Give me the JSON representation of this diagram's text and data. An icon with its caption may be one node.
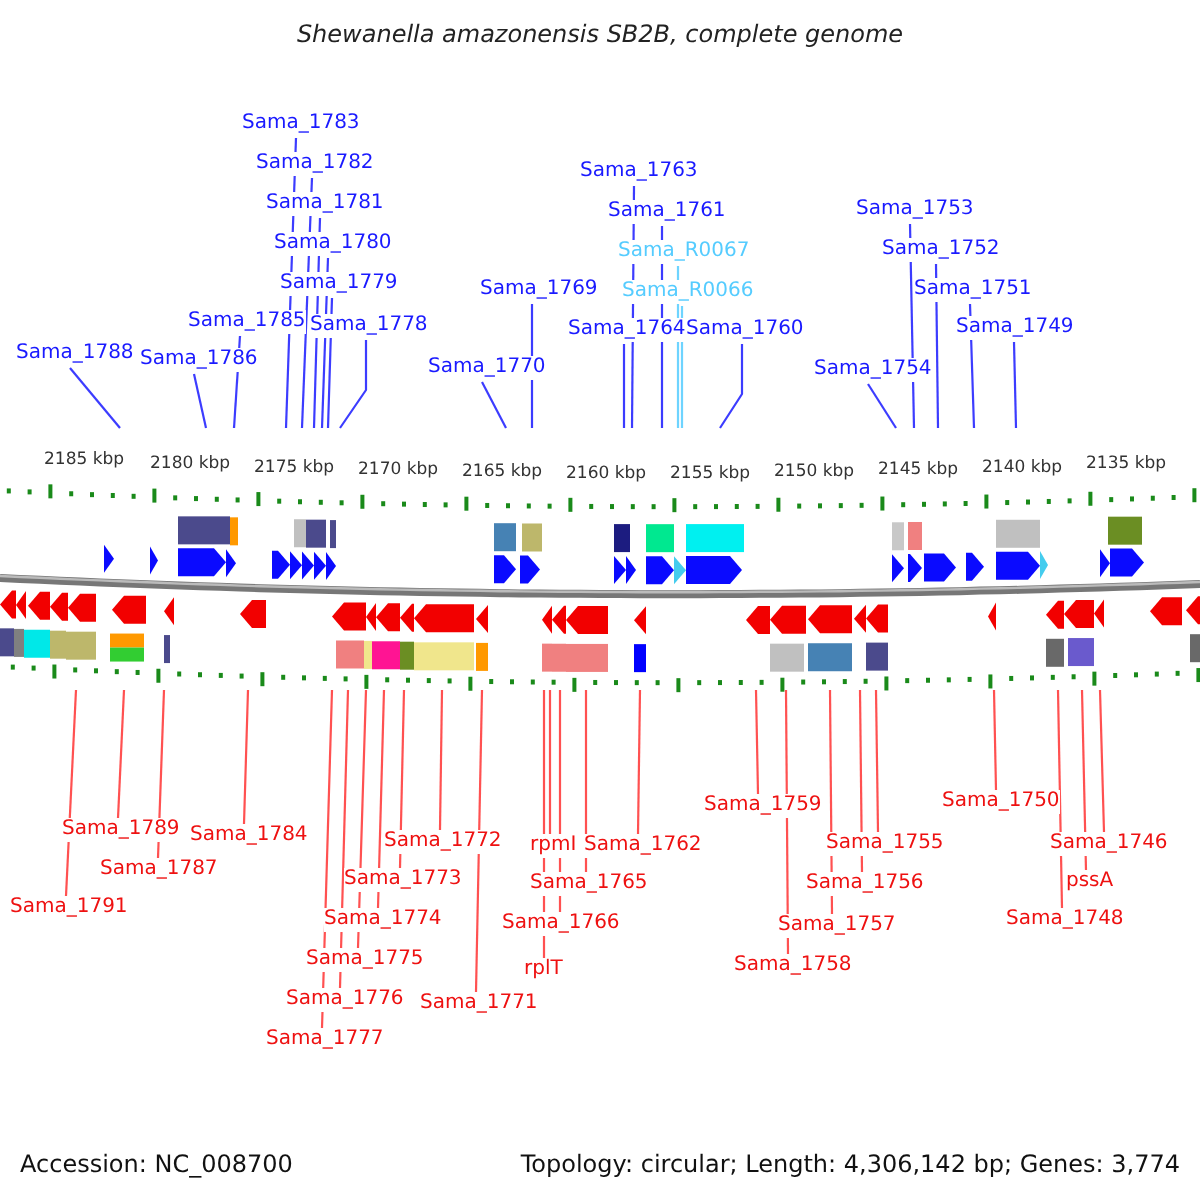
{
  "diagram": {
    "title": "Shewanella amazonensis SB2B, complete genome",
    "nodes": [
      {
        "text": [
          "Sama_1783"
        ]
      },
      {
        "text": [
          "Sama_1782"
        ]
      },
      {
        "text": [
          "Sama_1781"
        ]
      },
      {
        "text": [
          "Sama_1780"
        ]
      },
      {
        "text": [
          "Sama_1779"
        ]
      },
      {
        "text": [
          "Sama_1763"
        ]
      },
      {
        "text": [
          "Sama_1761"
        ]
      },
      {
        "text": [
          "Sama_1753"
        ]
      },
      {
        "text": [
          "Sama_R0067"
        ]
      },
      {
        "text": [
          "Sama_1752"
        ]
      },
      {
        "text": [
          "Sama_R0066"
        ]
      },
      {
        "text": [
          "Sama_1769"
        ]
      },
      {
        "text": [
          "Sama_1751"
        ]
      },
      {
        "text": [
          "Sama_1785"
        ]
      },
      {
        "text": [
          "Sama_1778"
        ]
      },
      {
        "text": [
          "Sama_1764"
        ]
      },
      {
        "text": [
          "Sama_1760"
        ]
      },
      {
        "text": [
          "Sama_1749"
        ]
      },
      {
        "text": [
          "Sama_1788"
        ]
      },
      {
        "text": [
          "Sama_1786"
        ]
      },
      {
        "text": [
          "Sama_1770"
        ]
      },
      {
        "text": [
          "Sama_1754"
        ]
      },
      {
        "text": [
          "Sama_1759"
        ]
      },
      {
        "text": [
          "Sama_1750"
        ]
      },
      {
        "text": [
          "Sama_1789"
        ]
      },
      {
        "text": [
          "Sama_1784"
        ]
      },
      {
        "text": [
          "Sama_1772"
        ]
      },
      {
        "text": [
          "Sama_1755"
        ]
      },
      {
        "text": [
          "Sama_1746"
        ]
      },
      {
        "text": [
          "rpmI"
        ]
      },
      {
        "text": [
          "Sama_1762"
        ]
      },
      {
        "text": [
          "Sama_1787"
        ]
      },
      {
        "text": [
          "Sama_1773"
        ]
      },
      {
        "text": [
          "pssA"
        ]
      },
      {
        "text": [
          "Sama_1756"
        ]
      },
      {
        "text": [
          "Sama_1765"
        ]
      },
      {
        "text": [
          "Sama_1791"
        ]
      },
      {
        "text": [
          "Sama_1774"
        ]
      },
      {
        "text": [
          "Sama_1748"
        ]
      },
      {
        "text": [
          "Sama_1766"
        ]
      },
      {
        "text": [
          "Sama_1757"
        ]
      },
      {
        "text": [
          "Sama_1775"
        ]
      },
      {
        "text": [
          "Sama_1758"
        ]
      },
      {
        "text": [
          "rplT"
        ]
      },
      {
        "text": [
          "Sama_1776"
        ]
      },
      {
        "text": [
          "Sama_1771"
        ]
      },
      {
        "text": [
          "Sama_1777"
        ]
      }
    ],
    "edges": [
      {
        "from": 0,
        "to": null,
        "arrow": "none",
        "color": "#1a1aff"
      },
      {
        "from": 1,
        "to": null,
        "arrow": "none",
        "color": "#1a1aff"
      },
      {
        "from": 2,
        "to": null,
        "arrow": "none",
        "color": "#1a1aff"
      },
      {
        "from": 3,
        "to": null,
        "arrow": "none",
        "color": "#1a1aff"
      },
      {
        "from": 4,
        "to": null,
        "arrow": "none",
        "color": "#1a1aff"
      },
      {
        "from": 5,
        "to": null,
        "arrow": "none",
        "color": "#1a1aff"
      },
      {
        "from": 6,
        "to": null,
        "arrow": "none",
        "color": "#1a1aff"
      },
      {
        "from": 7,
        "to": null,
        "arrow": "none",
        "color": "#1a1aff"
      },
      {
        "from": 8,
        "to": null,
        "arrow": "none",
        "color": "#55ccff"
      },
      {
        "from": 9,
        "to": null,
        "arrow": "none",
        "color": "#1a1aff"
      },
      {
        "from": 10,
        "to": null,
        "arrow": "none",
        "color": "#55ccff"
      },
      {
        "from": 11,
        "to": null,
        "arrow": "none",
        "color": "#1a1aff"
      },
      {
        "from": 12,
        "to": null,
        "arrow": "none",
        "color": "#1a1aff"
      },
      {
        "from": 13,
        "to": null,
        "arrow": "none",
        "color": "#1a1aff"
      },
      {
        "from": 14,
        "to": null,
        "arrow": "none",
        "color": "#1a1aff"
      },
      {
        "from": 15,
        "to": null,
        "arrow": "none",
        "color": "#1a1aff"
      },
      {
        "from": 16,
        "to": null,
        "arrow": "none",
        "color": "#1a1aff"
      },
      {
        "from": 17,
        "to": null,
        "arrow": "none",
        "color": "#1a1aff"
      },
      {
        "from": 18,
        "to": null,
        "arrow": "none",
        "color": "#1a1aff"
      },
      {
        "from": 19,
        "to": null,
        "arrow": "none",
        "color": "#1a1aff"
      },
      {
        "from": 20,
        "to": null,
        "arrow": "none",
        "color": "#1a1aff"
      },
      {
        "from": 21,
        "to": null,
        "arrow": "none",
        "color": "#1a1aff"
      },
      {
        "from": 22,
        "to": null,
        "arrow": "none"
      },
      {
        "from": 23,
        "to": null,
        "arrow": "none"
      },
      {
        "from": 24,
        "to": null,
        "arrow": "none"
      },
      {
        "from": 25,
        "to": null,
        "arrow": "none"
      },
      {
        "from": 26,
        "to": null,
        "arrow": "none"
      },
      {
        "from": 27,
        "to": null,
        "arrow": "none"
      },
      {
        "from": 28,
        "to": null,
        "arrow": "none"
      },
      {
        "from": 29,
        "to": null,
        "arrow": "none"
      },
      {
        "from": 30,
        "to": null,
        "arrow": "none"
      },
      {
        "from": 31,
        "to": null,
        "arrow": "none"
      },
      {
        "from": 32,
        "to": null,
        "arrow": "none"
      },
      {
        "from": 33,
        "to": null,
        "arrow": "none"
      },
      {
        "from": 34,
        "to": null,
        "arrow": "none"
      },
      {
        "from": 35,
        "to": null,
        "arrow": "none"
      },
      {
        "from": 36,
        "to": null,
        "arrow": "none"
      },
      {
        "from": 37,
        "to": null,
        "arrow": "none"
      },
      {
        "from": 38,
        "to": null,
        "arrow": "none"
      },
      {
        "from": 39,
        "to": null,
        "arrow": "none"
      },
      {
        "from": 40,
        "to": null,
        "arrow": "none"
      },
      {
        "from": 41,
        "to": null,
        "arrow": "none"
      },
      {
        "from": 42,
        "to": null,
        "arrow": "none"
      },
      {
        "from": 43,
        "to": null,
        "arrow": "none"
      },
      {
        "from": 44,
        "to": null,
        "arrow": "none"
      },
      {
        "from": 45,
        "to": null,
        "arrow": "none"
      },
      {
        "from": 46,
        "to": null,
        "arrow": "none"
      }
    ],
    "labels": [
      "2185 kbp",
      "2180 kbp",
      "2175 kbp",
      "2170 kbp",
      "2165 kbp",
      "2160 kbp",
      "2155 kbp",
      "2150 kbp",
      "2145 kbp",
      "2140 kbp",
      "2135 kbp",
      "Accession: NC_008700",
      "Topology: circular; Length: 4,306,142 bp; Genes: 3,774"
    ]
  }
}
